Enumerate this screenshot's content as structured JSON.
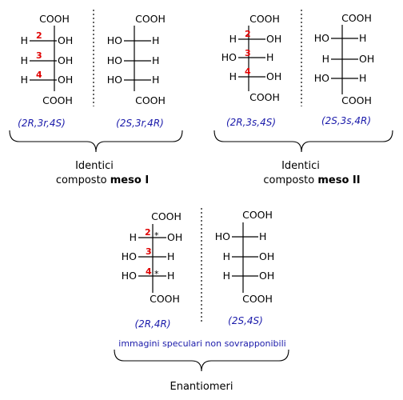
{
  "structures": [
    {
      "id": "pair1-left",
      "top": "COOH",
      "bottom": "COOH",
      "rows": [
        {
          "left": "H",
          "right": "OH",
          "num": "2"
        },
        {
          "left": "H",
          "right": "OH",
          "num": "3"
        },
        {
          "left": "H",
          "right": "OH",
          "num": "4"
        }
      ],
      "descriptor": "(2R,3r,4S)"
    },
    {
      "id": "pair1-right",
      "top": "COOH",
      "bottom": "COOH",
      "rows": [
        {
          "left": "HO",
          "right": "H"
        },
        {
          "left": "HO",
          "right": "H"
        },
        {
          "left": "HO",
          "right": "H"
        }
      ],
      "descriptor": "(2S,3r,4R)"
    },
    {
      "id": "pair2-left",
      "top": "COOH",
      "bottom": "COOH",
      "rows": [
        {
          "left": "H",
          "right": "OH",
          "num": "2"
        },
        {
          "left": "HO",
          "right": "H",
          "num": "3"
        },
        {
          "left": "H",
          "right": "OH",
          "num": "4"
        }
      ],
      "descriptor": "(2R,3s,4S)"
    },
    {
      "id": "pair2-right",
      "top": "COOH",
      "bottom": "COOH",
      "rows": [
        {
          "left": "HO",
          "right": "H"
        },
        {
          "left": "H",
          "right": "OH"
        },
        {
          "left": "HO",
          "right": "H"
        }
      ],
      "descriptor": "(2S,3s,4R)"
    },
    {
      "id": "pair3-left",
      "top": "COOH",
      "bottom": "COOH",
      "rows": [
        {
          "left": "H",
          "right": "OH",
          "num": "2",
          "star": "*"
        },
        {
          "left": "HO",
          "right": "H",
          "num": "3"
        },
        {
          "left": "HO",
          "right": "H",
          "num": "4",
          "star": "*"
        }
      ],
      "descriptor": "(2R,4R)"
    },
    {
      "id": "pair3-right",
      "top": "COOH",
      "bottom": "COOH",
      "rows": [
        {
          "left": "HO",
          "right": "H"
        },
        {
          "left": "H",
          "right": "OH"
        },
        {
          "left": "H",
          "right": "OH"
        }
      ],
      "descriptor": "(2S,4S)"
    }
  ],
  "captions": {
    "pair1": {
      "line1": "Identici",
      "line2_prefix": "composto ",
      "line2_bold": "meso I"
    },
    "pair2": {
      "line1": "Identici",
      "line2_prefix": "composto ",
      "line2_bold": "meso II"
    },
    "pair3": {
      "note": "immagini speculari non sovrapponibili",
      "line1": "Enantiomeri"
    }
  },
  "colors": {
    "numbers": "#e00000",
    "descriptors": "#1a1aaa",
    "lines": "#000000"
  }
}
